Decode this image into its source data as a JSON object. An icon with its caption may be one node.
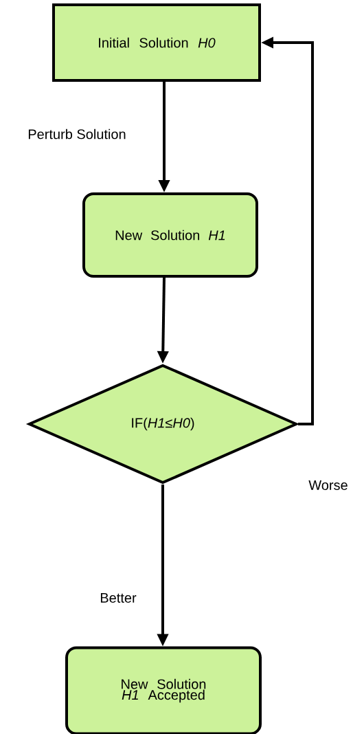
{
  "diagram": {
    "nodes": [
      {
        "text": [
          "Initial Solution *H0*"
        ]
      },
      {
        "text": [
          "New Solution *H1*"
        ]
      },
      {
        "text": [
          "IF(*H1*≤*H0*)"
        ]
      },
      {
        "text": [
          "New Solution *H1* Accepted"
        ]
      }
    ],
    "edges": [
      {
        "from": 0,
        "to": 1,
        "arrow": "to",
        "label": "Perturb Solution"
      },
      {
        "from": 1,
        "to": 2,
        "arrow": "to"
      },
      {
        "from": 2,
        "to": 3,
        "arrow": "to",
        "label": "Better"
      },
      {
        "from": 2,
        "to": 0,
        "arrow": "to",
        "label": "Worse"
      }
    ]
  }
}
